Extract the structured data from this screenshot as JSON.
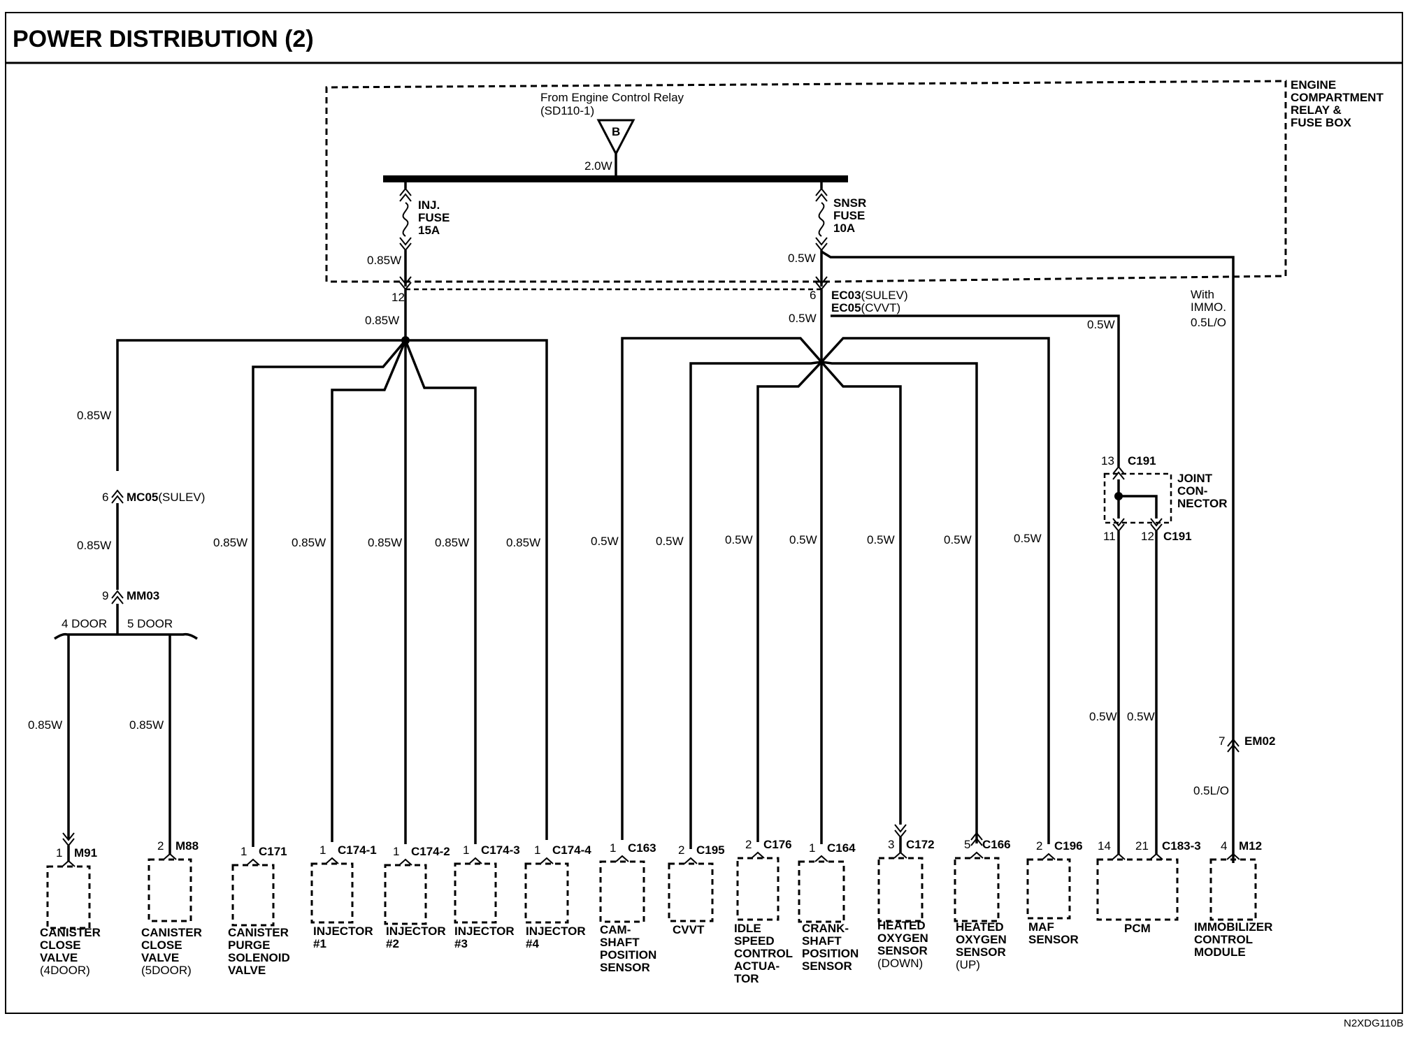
{
  "title": "POWER DISTRIBUTION (2)",
  "box": {
    "label": [
      "ENGINE",
      "COMPARTMENT",
      "RELAY &",
      "FUSE BOX"
    ],
    "source_line1": "From Engine Control Relay",
    "source_line2": "(SD110-1)",
    "source_letter": "B",
    "source_wire": "2.0W"
  },
  "fuses": {
    "inj": [
      "INJ.",
      "FUSE",
      "15A"
    ],
    "snsr": [
      "SNSR",
      "FUSE",
      "10A"
    ],
    "inj_wire": "0.85W",
    "snsr_wire": "0.5W"
  },
  "connectors": {
    "pin12": "12",
    "pin6": "6",
    "ec03": "EC03",
    "ec03_note": "(SULEV)",
    "ec05": "EC05",
    "ec05_note": "(CVVT)",
    "with_immo": [
      "With",
      "IMMO."
    ],
    "mc05_pin": "6",
    "mc05": "MC05",
    "mc05_note": "(SULEV)",
    "mm03_pin": "9",
    "mm03": "MM03",
    "door4": "4 DOOR",
    "door5": "5 DOOR",
    "c191": "C191",
    "pin13": "13",
    "pin11": "11",
    "pin12b": "12",
    "joint": [
      "JOINT",
      "CON-",
      "NECTOR"
    ],
    "em02_pin": "7",
    "em02": "EM02"
  },
  "wire_labels": {
    "w085": "0.85W",
    "w05": "0.5W",
    "w05lo": "0.5L/O"
  },
  "components": [
    {
      "pin": "1",
      "conn": "M91",
      "name": [
        "CANISTER",
        "CLOSE",
        "VALVE",
        "(4DOOR)"
      ]
    },
    {
      "pin": "2",
      "conn": "M88",
      "name": [
        "CANISTER",
        "CLOSE",
        "VALVE",
        "(5DOOR)"
      ]
    },
    {
      "pin": "1",
      "conn": "C171",
      "name": [
        "CANISTER",
        "PURGE",
        "SOLENOID",
        "VALVE"
      ]
    },
    {
      "pin": "1",
      "conn": "C174-1",
      "name": [
        "INJECTOR",
        "#1"
      ]
    },
    {
      "pin": "1",
      "conn": "C174-2",
      "name": [
        "INJECTOR",
        "#2"
      ]
    },
    {
      "pin": "1",
      "conn": "C174-3",
      "name": [
        "INJECTOR",
        "#3"
      ]
    },
    {
      "pin": "1",
      "conn": "C174-4",
      "name": [
        "INJECTOR",
        "#4"
      ]
    },
    {
      "pin": "1",
      "conn": "C163",
      "name": [
        "CAM-",
        "SHAFT",
        "POSITION",
        "SENSOR"
      ]
    },
    {
      "pin": "2",
      "conn": "C195",
      "name": [
        "CVVT"
      ]
    },
    {
      "pin": "2",
      "conn": "C176",
      "name": [
        "IDLE",
        "SPEED",
        "CONTROL",
        "ACTUA-",
        "TOR"
      ]
    },
    {
      "pin": "1",
      "conn": "C164",
      "name": [
        "CRANK-",
        "SHAFT",
        "POSITION",
        "SENSOR"
      ]
    },
    {
      "pin": "3",
      "conn": "C172",
      "name": [
        "HEATED",
        "OXYGEN",
        "SENSOR",
        "(DOWN)"
      ]
    },
    {
      "pin": "5",
      "conn": "C166",
      "name": [
        "HEATED",
        "OXYGEN",
        "SENSOR",
        "(UP)"
      ]
    },
    {
      "pin": "2",
      "conn": "C196",
      "name": [
        "MAF",
        "SENSOR"
      ]
    },
    {
      "pin": "14",
      "pin2": "21",
      "conn": "C183-3",
      "name": [
        "PCM"
      ]
    },
    {
      "pin": "4",
      "conn": "M12",
      "name": [
        "IMMOBILIZER",
        "CONTROL",
        "MODULE"
      ]
    }
  ],
  "footer_code": "N2XDG110B"
}
